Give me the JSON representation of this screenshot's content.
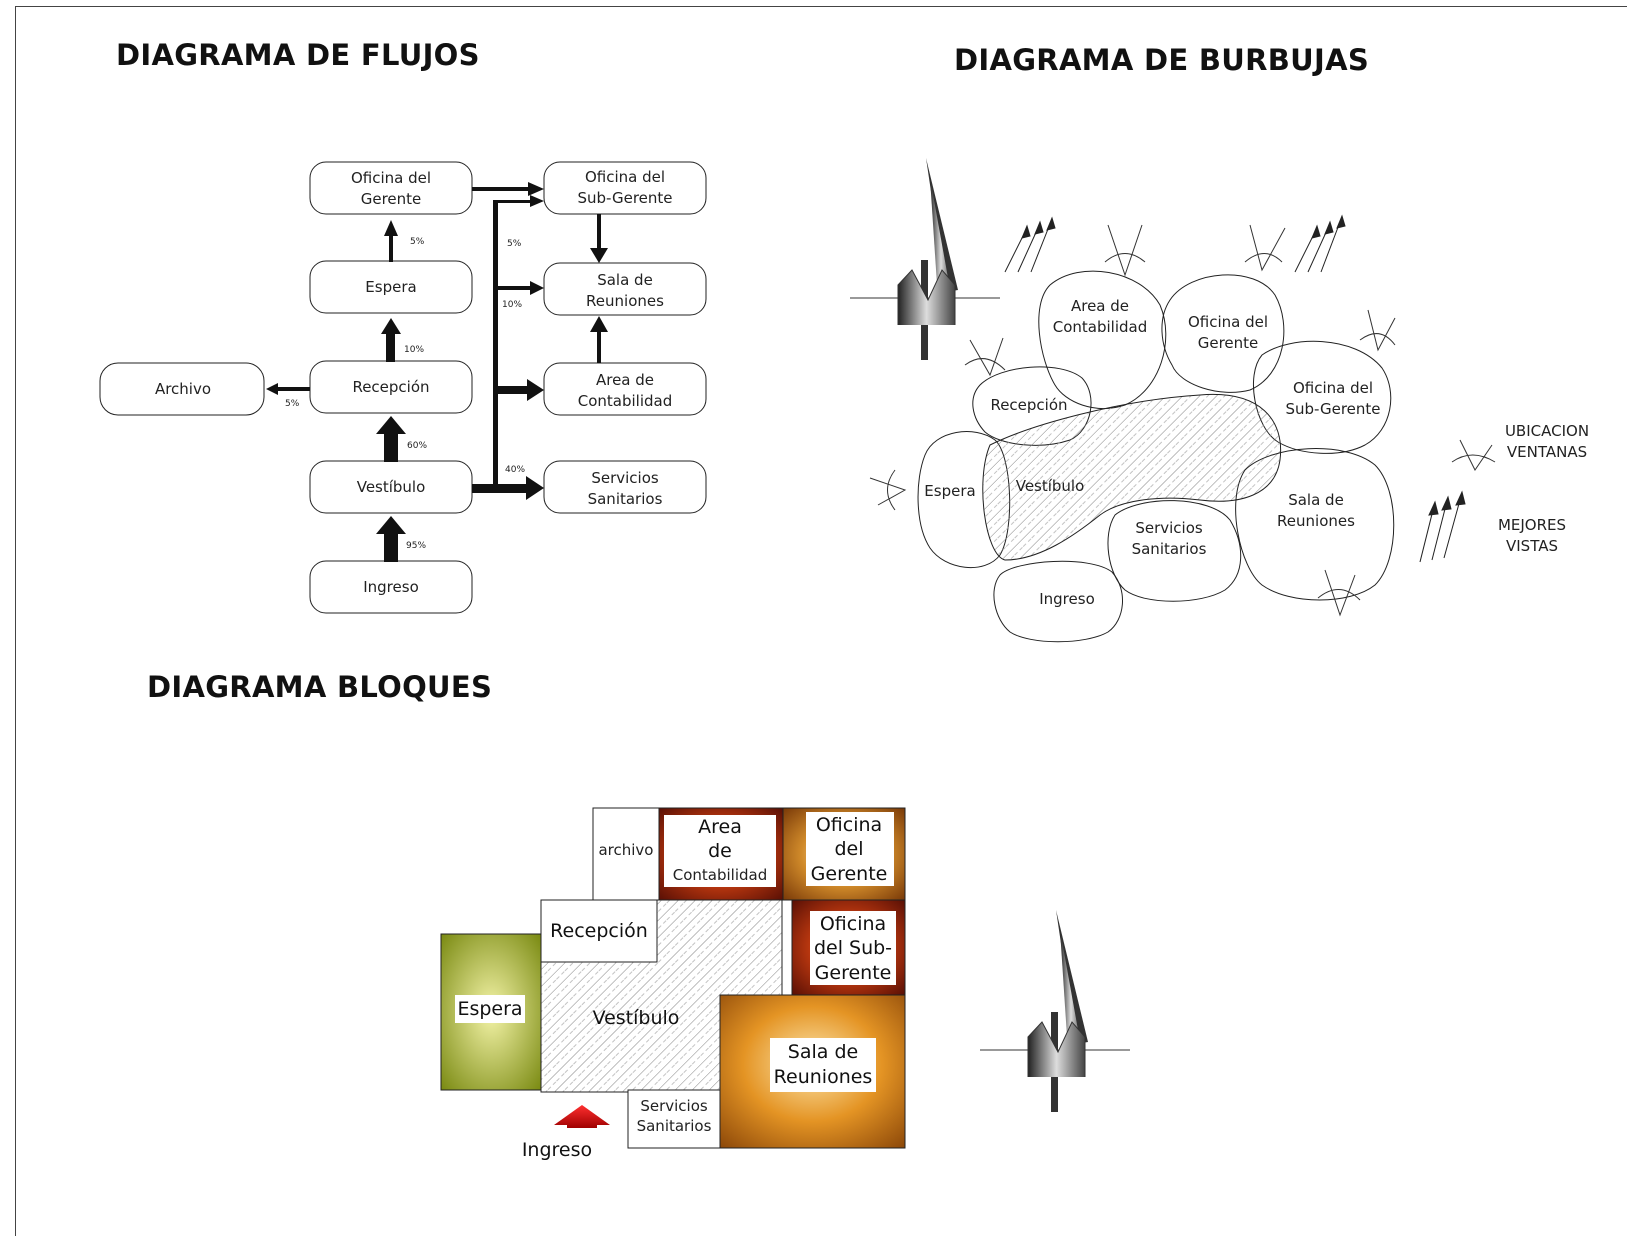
{
  "titles": {
    "flow": "DIAGRAMA DE FLUJOS",
    "bubble": "DIAGRAMA DE BURBUJAS",
    "block": "DIAGRAMA BLOQUES"
  },
  "flow": {
    "nodes": {
      "oficina_gerente": [
        "Oficina del",
        "Gerente"
      ],
      "espera": [
        "Espera"
      ],
      "recepcion": [
        "Recepción"
      ],
      "archivo": [
        "Archivo"
      ],
      "vestibulo": [
        "Vestíbulo"
      ],
      "ingreso": [
        "Ingreso"
      ],
      "oficina_subgerente": [
        "Oficina del",
        "Sub-Gerente"
      ],
      "sala_reuniones": [
        "Sala de",
        "Reuniones"
      ],
      "area_contabilidad": [
        "Area de",
        "Contabilidad"
      ],
      "servicios": [
        "Servicios",
        "Sanitarios"
      ]
    },
    "percentages": {
      "gerente_from_espera": "5%",
      "espera_from_recepcion": "10%",
      "archivo_from_recepcion": "5%",
      "recepcion_from_vestibulo": "60%",
      "vestibulo_from_ingreso": "95%",
      "subgerente": "5%",
      "reuniones": "10%",
      "vestibulo_right": "40%"
    }
  },
  "bubble": {
    "labels": {
      "area_contabilidad": [
        "Area de",
        "Contabilidad"
      ],
      "oficina_gerente": [
        "Oficina del",
        "Gerente"
      ],
      "oficina_subgerente": [
        "Oficina del",
        "Sub-Gerente"
      ],
      "recepcion": [
        "Recepción"
      ],
      "espera": [
        "Espera"
      ],
      "vestibulo": [
        "Vestíbulo"
      ],
      "servicios": [
        "Servicios",
        "Sanitarios"
      ],
      "sala_reuniones": [
        "Sala de",
        "Reuniones"
      ],
      "ingreso": [
        "Ingreso"
      ]
    },
    "legend": {
      "windows": [
        "UBICACION",
        "VENTANAS"
      ],
      "views": [
        "MEJORES",
        "VISTAS"
      ]
    }
  },
  "block": {
    "labels": {
      "archivo": [
        "archivo"
      ],
      "area_contabilidad": [
        "Area",
        "de",
        "Contabilidad"
      ],
      "oficina_gerente": [
        "Oficina",
        "del",
        "Gerente"
      ],
      "recepcion": [
        "Recepción"
      ],
      "oficina_subgerente": [
        "Oficina",
        "del Sub-",
        "Gerente"
      ],
      "espera": [
        "Espera"
      ],
      "vestibulo": [
        "Vestíbulo"
      ],
      "sala_reuniones": [
        "Sala de",
        "Reuniones"
      ],
      "servicios": [
        "Servicios",
        "Sanitarios"
      ],
      "ingreso": [
        "Ingreso"
      ]
    }
  },
  "colors": {
    "ink": "#222222",
    "espera": "#b8b82a",
    "contabilidad": "#8a1a08",
    "gerente": "#c07420",
    "subgerente": "#8a1a08",
    "sala": "#d8861e",
    "ingreso_arrow": "#e01010"
  },
  "icons": [
    "north-arrow-icon",
    "window-location-icon",
    "best-views-icon",
    "entrance-arrow-icon"
  ]
}
